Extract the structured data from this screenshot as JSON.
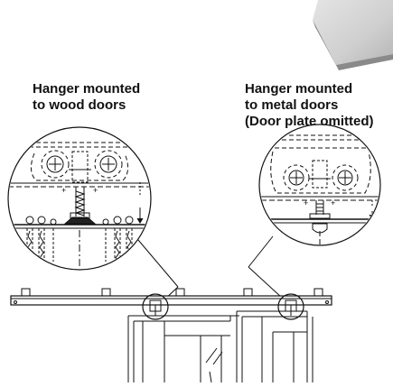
{
  "labels": {
    "wood": [
      "Hanger mounted",
      "to wood doors"
    ],
    "metal": [
      "Hanger mounted",
      "to metal doors",
      "(Door plate omitted)"
    ]
  },
  "colors": {
    "line": "#111111",
    "photo_light": "#dcdcdc",
    "photo_dark": "#8e8e8e"
  }
}
